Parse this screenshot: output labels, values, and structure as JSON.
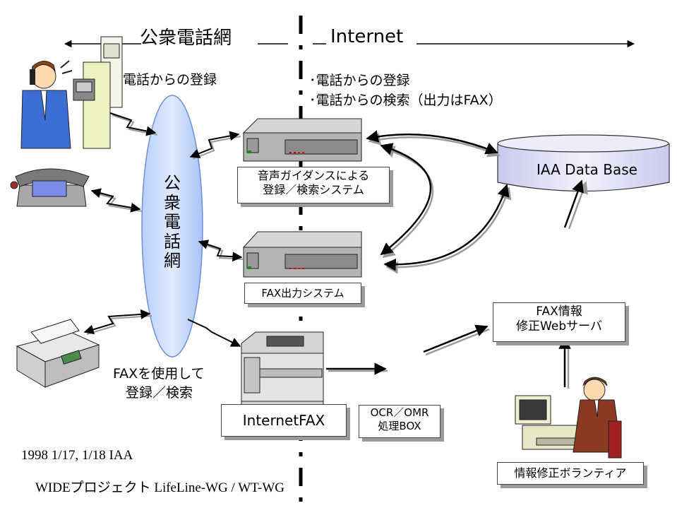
{
  "header": {
    "left_title": "公衆電話網",
    "right_title": "Internet"
  },
  "texts": {
    "phone_registration": "電話からの登録",
    "bullet_registration": "･電話からの登録",
    "bullet_search": "･電話からの検索（出力はFAX）",
    "cloud_label": "公衆電話網",
    "fax_usage_line1": "FAXを使用して",
    "fax_usage_line2": "登録／検索",
    "date_line": "1998  1/17, 1/18 IAA",
    "project_line": "WIDEプロジェクト  LifeLine-WG / WT-WG"
  },
  "boxes": {
    "voice_system_line1": "音声ガイダンスによる",
    "voice_system_line2": "登録／検索システム",
    "fax_output": "FAX出力システム",
    "internet_fax": "InternetFAX",
    "ocr_line1": "OCR／OMR",
    "ocr_line2": "処理BOX",
    "web_server_line1": "FAX情報",
    "web_server_line2": "修正Webサーバ",
    "volunteer": "情報修正ボランティア"
  },
  "database": {
    "label": "IAA Data Base"
  },
  "colors": {
    "cloud_fill": "#c8dcff",
    "db_fill": "#dcdcf4",
    "device_gray": "#b4b4b4",
    "arrow_shadow": "#9a9a9a"
  }
}
